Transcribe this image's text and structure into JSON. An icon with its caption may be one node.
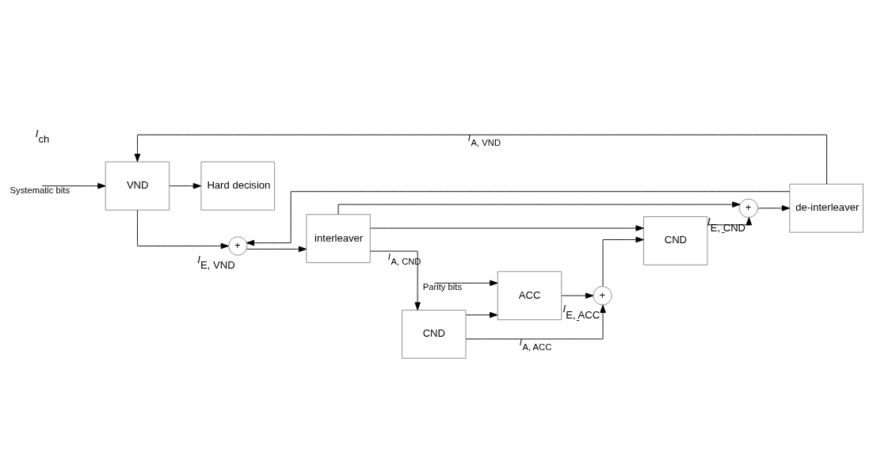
{
  "diagram": {
    "nodes": [
      {
        "text": [
          "Hard decision"
        ]
      },
      {
        "text": [
          "ACC"
        ]
      },
      {
        "text": [
          "+"
        ],
        "beside": [
          "*I*$_{E, ACC}$",
          "-"
        ]
      },
      {
        "text": [
          "CND"
        ]
      },
      {
        "text": [
          "+"
        ],
        "beside": [
          "*I*$_{E, CND}$",
          "-"
        ]
      },
      {
        "text": [
          "de-interleaver"
        ]
      },
      {
        "text": [
          "VND"
        ]
      },
      {
        "text": [
          "CND"
        ]
      },
      {
        "text": [
          "interleaver"
        ]
      },
      {
        "text": [
          "+"
        ],
        "beside": [
          "*I*$_{E, VND}$"
        ]
      }
    ],
    "edges": [
      {
        "from": null,
        "to": 6,
        "arrow": "to",
        "label": "Systematic bits"
      },
      {
        "from": null,
        "to": 1,
        "arrow": "to",
        "label": "Parity bits"
      },
      {
        "from": 1,
        "to": 2,
        "arrow": "to"
      },
      {
        "from": 2,
        "to": 3,
        "arrow": "to"
      },
      {
        "from": 3,
        "to": 4,
        "arrow": "to"
      },
      {
        "from": 4,
        "to": 5,
        "arrow": "to"
      },
      {
        "from": 5,
        "to": 6,
        "arrow": "to",
        "label": "*I*$_{A, VND}$"
      },
      {
        "from": 5,
        "to": 9,
        "arrow": "to"
      },
      {
        "from": 6,
        "to": 9,
        "arrow": "to"
      },
      {
        "from": 9,
        "to": 8,
        "arrow": "to"
      },
      {
        "from": 8,
        "to": 7,
        "arrow": "to",
        "label": "*I*$_{A, CND}$"
      },
      {
        "from": 8,
        "to": 4,
        "arrow": "to"
      },
      {
        "from": 8,
        "to": 3,
        "arrow": "to"
      },
      {
        "from": 7,
        "to": 1,
        "arrow": "to"
      },
      {
        "from": 7,
        "to": 2,
        "arrow": "to",
        "label": "*I*$_{A, ACC}$"
      },
      {
        "from": 6,
        "to": 0,
        "arrow": "to"
      }
    ],
    "labels": [
      "*I*$_{ch}$"
    ]
  }
}
